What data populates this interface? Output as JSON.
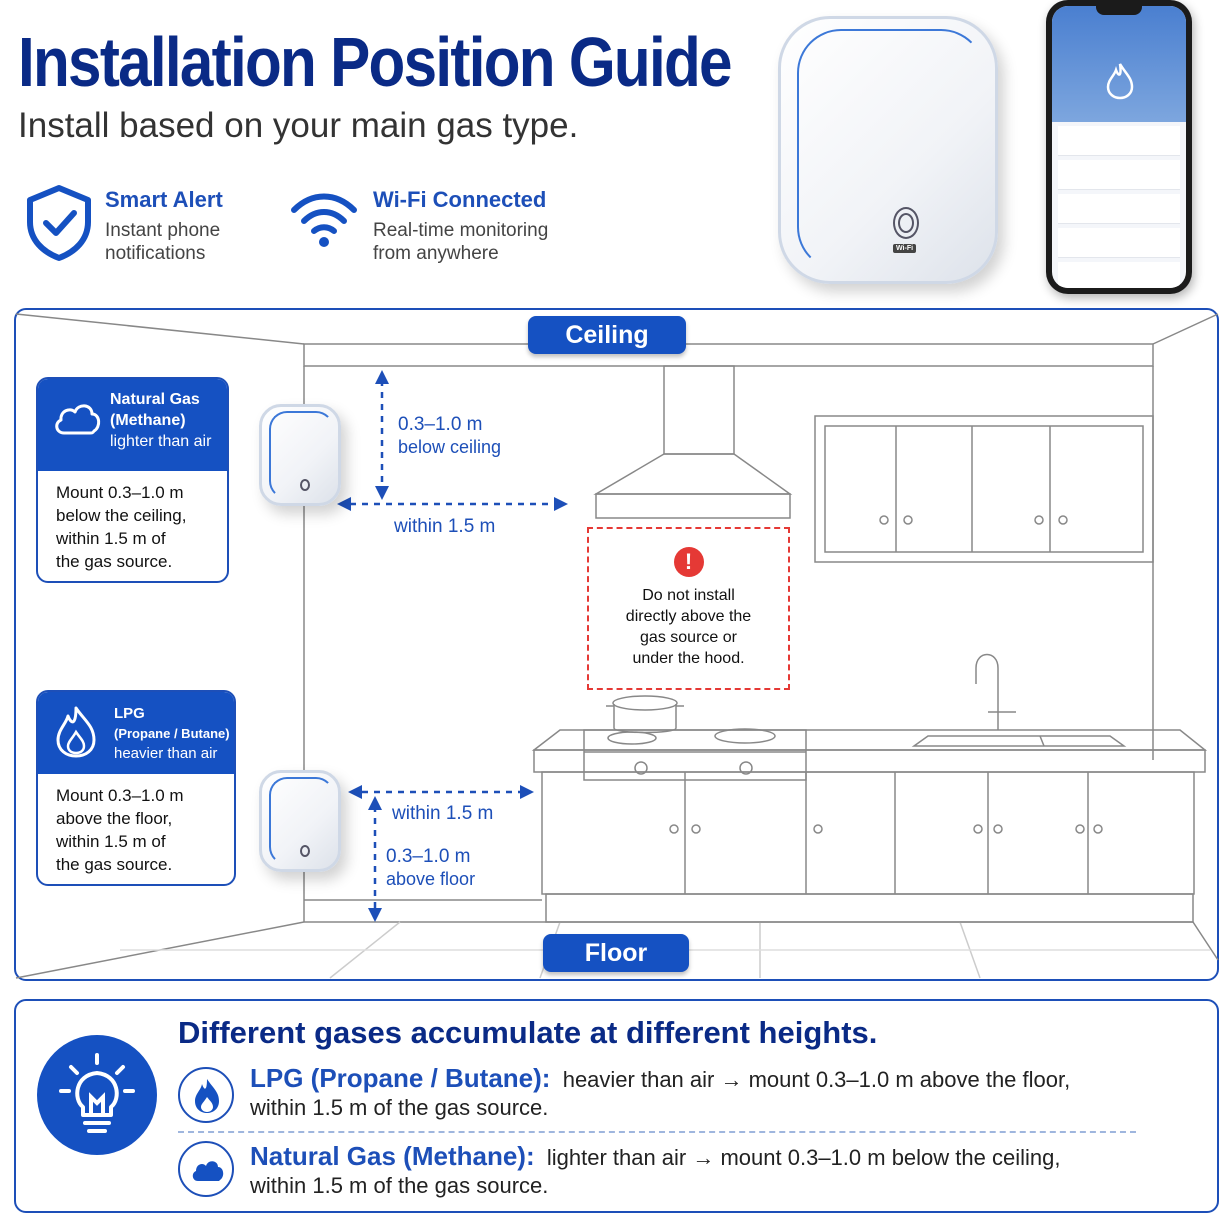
{
  "header": {
    "title": "Installation Position Guide",
    "subtitle": "Install based on your main gas type."
  },
  "features": [
    {
      "icon": "shield-check-icon",
      "title": "Smart Alert",
      "desc_1": "Instant phone",
      "desc_2": "notifications"
    },
    {
      "icon": "wifi-icon",
      "title": "Wi-Fi Connected",
      "desc_1": "Real-time monitoring",
      "desc_2": "from anywhere"
    }
  ],
  "device": {
    "badge": "Wi-Fi"
  },
  "diagram": {
    "ceiling_label": "Ceiling",
    "floor_label": "Floor",
    "natural_gas": {
      "name_1": "Natural Gas",
      "name_2": "(Methane)",
      "note": "lighter than air",
      "body_1": "Mount 0.3–1.0 m",
      "body_2": "below the ceiling,",
      "body_3": "within 1.5 m of",
      "body_4": "the gas source.",
      "dim_vertical_1": "0.3–1.0 m",
      "dim_vertical_2": "below ceiling",
      "dim_horizontal": "within 1.5 m"
    },
    "lpg": {
      "name_1": "LPG",
      "name_2": "(Propane / Butane)",
      "note": "heavier than air",
      "body_1": "Mount 0.3–1.0 m",
      "body_2": "above the floor,",
      "body_3": "within 1.5 m of",
      "body_4": "the gas source.",
      "dim_horizontal": "within 1.5 m",
      "dim_vertical_1": "0.3–1.0 m",
      "dim_vertical_2": "above floor"
    },
    "warning": {
      "icon": "!",
      "line_1": "Do not install",
      "line_2": "directly above the",
      "line_3": "gas source or",
      "line_4": "under the hood."
    }
  },
  "summary": {
    "heading": "Different gases accumulate at different heights.",
    "lpg_key": "LPG (Propane / Butane):",
    "lpg_text_1": "heavier than air → mount 0.3–1.0 m above the floor,",
    "lpg_text_2": "within 1.5 m of the gas source.",
    "ng_key": "Natural Gas (Methane):",
    "ng_text_1": "lighter than air → mount 0.3–1.0 m below the ceiling,",
    "ng_text_2": "within 1.5 m of the gas source."
  },
  "colors": {
    "primary_blue": "#1551c2",
    "navy": "#0a2a86",
    "warning_red": "#e53935"
  }
}
